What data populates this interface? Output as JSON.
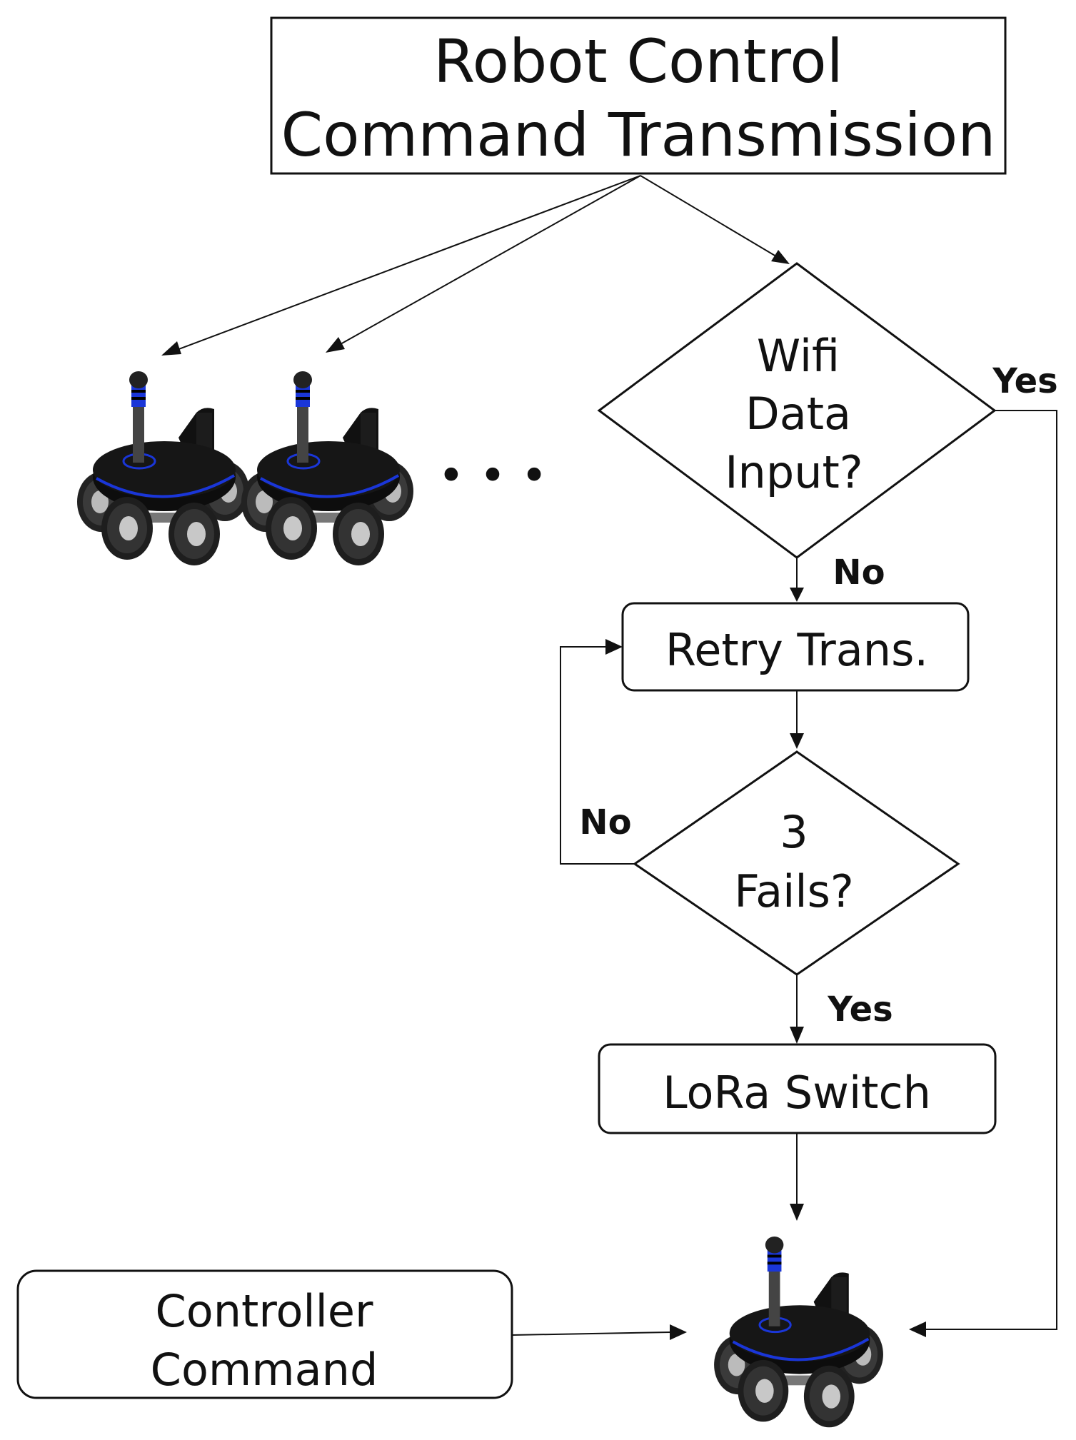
{
  "title": {
    "line1": "Robot Control",
    "line2": "Command Transmission"
  },
  "decisions": {
    "wifi": {
      "line1": "Wifi",
      "line2": "Data",
      "line3": "Input?"
    },
    "fails": {
      "line1": "3",
      "line2": "Fails?"
    }
  },
  "processes": {
    "retry": "Retry Trans.",
    "lora": "LoRa Switch",
    "controller": {
      "line1": "Controller",
      "line2": "Command"
    }
  },
  "edge_labels": {
    "wifi_yes": "Yes",
    "wifi_no": "No",
    "fails_no": "No",
    "fails_yes": "Yes"
  },
  "ellipsis": "• • •",
  "icons": [
    "robot-icon",
    "robot-icon",
    "robot-icon"
  ],
  "colors": {
    "stroke": "#111111",
    "robot_body": "#0d0d0d",
    "robot_accent": "#1a36d8"
  }
}
